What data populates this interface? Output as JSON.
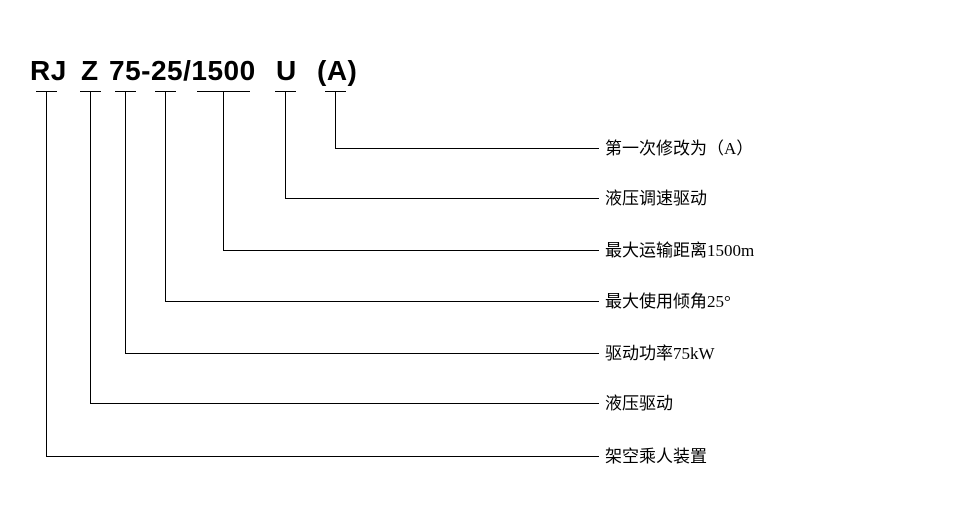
{
  "diagram": {
    "full_code": "RJ Z 75-25/1500 U（A）",
    "title_parts": [
      "RJ",
      "Z",
      "75-25/1500",
      "U",
      "(A)"
    ],
    "segments": [
      {
        "code": "RJ",
        "meaning": "架空乘人装置"
      },
      {
        "code": "Z",
        "meaning": "液压驱动"
      },
      {
        "code": "75",
        "meaning": "驱动功率75kW"
      },
      {
        "code": "25",
        "meaning": "最大使用倾角25°"
      },
      {
        "code": "1500",
        "meaning": "最大运输距离1500m"
      },
      {
        "code": "U",
        "meaning": "液压调速驱动"
      },
      {
        "code": "(A)",
        "meaning": "第一次修改为（A）"
      }
    ],
    "colors": {
      "line": "#000000",
      "text": "#000000",
      "background": "#ffffff"
    }
  }
}
